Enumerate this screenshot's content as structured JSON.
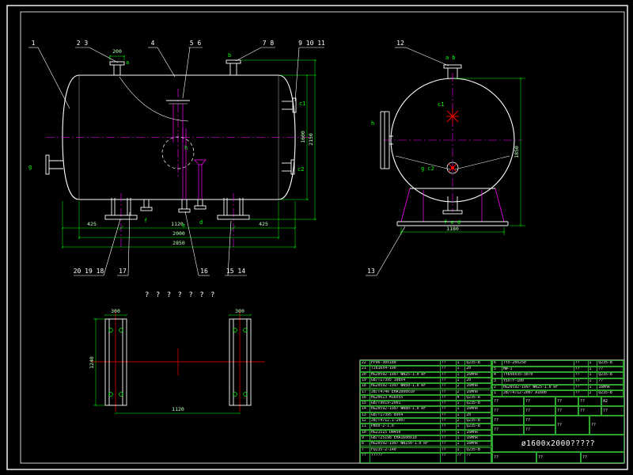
{
  "colors": {
    "line": "#ffffff",
    "dim": "#00ff00",
    "center": "#ff00ff",
    "red": "#ff0000",
    "grid": "#2fa52f"
  },
  "balloons": {
    "n1": "1",
    "n2_3": "2 3",
    "n4": "4",
    "n5_6": "5 6",
    "n7_8": "7 8",
    "n9_10_11": "9 10 11",
    "n12": "12",
    "n13": "13",
    "n15_14": "15 14",
    "n16": "16",
    "n17": "17",
    "n20_19_18": "20 19 18"
  },
  "nozzle_labels": {
    "a": "a",
    "b": "b",
    "c1": "c1",
    "c2": "c2",
    "d": "d",
    "e": "e",
    "f": "f",
    "g": "g",
    "h_front": "h",
    "h_side": "h",
    "ab": "a b",
    "gc2": "g c2",
    "fed": "f e d",
    "c1_side": "c1"
  },
  "annotations": {
    "question_marks": "? ? ? ? ? ? ?"
  },
  "dimensions": {
    "front": {
      "seg_left": "425",
      "seg_mid": "1120",
      "seg_right": "425",
      "shell_length": "2000",
      "overall_length": "2850",
      "diameter": "1600",
      "overall_height": "2150",
      "nozzle_a": "200"
    },
    "plan": {
      "plate_width_left": "300",
      "plate_width_right": "300",
      "center_distance": "1120",
      "plate_length": "1240"
    },
    "end": {
      "base_width": "1180",
      "overall_height": "1850"
    }
  },
  "bom": {
    "header": [
      "??",
      "?????",
      "??",
      "??",
      "??"
    ],
    "left_rows": [
      {
        "no": "22",
        "code": "FP96-30x180",
        "name": "??",
        "qty": "1",
        "matl": "Q235-B"
      },
      {
        "no": "21",
        "code": "TJ616x4-190",
        "name": "??",
        "qty": "1",
        "matl": "20"
      },
      {
        "no": "20",
        "code": "HG20592-1997 WN25-1.0 RF",
        "name": "??",
        "qty": "1",
        "matl": "16MnR"
      },
      {
        "no": "19",
        "code": "GB/T17395 108x4",
        "name": "??",
        "qty": "1",
        "matl": "20"
      },
      {
        "no": "18",
        "code": "HG20592-1997 WN50-1.0 RF",
        "name": "??",
        "qty": "2",
        "matl": "16MnR"
      },
      {
        "no": "17",
        "code": "JB/T4746 EHA1600x10",
        "name": "??",
        "qty": "2",
        "matl": "16MnR"
      },
      {
        "no": "16",
        "code": "HG20613 M16x55",
        "name": "??",
        "qty": "4",
        "matl": "Q235-A"
      },
      {
        "no": "15",
        "code": "GB/T9019-2001",
        "name": "??",
        "qty": "1",
        "matl": "Q235-B"
      },
      {
        "no": "14",
        "code": "HG20592-1997 WN80-1.0 RF",
        "name": "??",
        "qty": "1",
        "matl": "16MnR"
      },
      {
        "no": "13",
        "code": "GB/T17395 89x4",
        "name": "??",
        "qty": "1",
        "matl": "20"
      },
      {
        "no": "12",
        "code": "JB/T4712.1-2007",
        "name": "??",
        "qty": "2",
        "matl": "Q235-B"
      },
      {
        "no": "11",
        "code": "PN50-2-1.0",
        "name": "??",
        "qty": "1",
        "matl": "Q235-B"
      },
      {
        "no": "10",
        "code": "HG21515 DN450",
        "name": "??",
        "qty": "1",
        "matl": "16MnR"
      },
      {
        "no": "9",
        "code": "GB/T25198 EHA1600x10",
        "name": "??",
        "qty": "1",
        "matl": "16MnR"
      },
      {
        "no": "8",
        "code": "HG20592-1997 WN150-1.0 RF",
        "name": "??",
        "qty": "1",
        "matl": "16MnR"
      },
      {
        "no": "7",
        "code": "FQ235-2-140",
        "name": "??",
        "qty": "1",
        "matl": "Q235-B"
      }
    ],
    "right_rows": [
      {
        "no": "6",
        "code": "TY5-20x250",
        "name": "??",
        "qty": "1",
        "matl": "Q235-B"
      },
      {
        "no": "5",
        "code": "MW-1",
        "name": "??",
        "qty": "1",
        "matl": "??"
      },
      {
        "no": "4",
        "code": "TY650x35-3070",
        "name": "??",
        "qty": "1",
        "matl": "Q235-B"
      },
      {
        "no": "3",
        "code": "Y5xTY-100",
        "name": "??",
        "qty": "1",
        "matl": "??"
      },
      {
        "no": "2",
        "code": "HG20592-1997 WN25-1.0 RF",
        "name": "??",
        "qty": "1",
        "matl": "16MnR"
      },
      {
        "no": "1",
        "code": "JB/T4712-2007 A1600",
        "name": "??",
        "qty": "2",
        "matl": "Q235-B"
      }
    ]
  },
  "title_block": {
    "title": "ø1600x2000?????",
    "sig_rows": [
      [
        "??",
        "??"
      ],
      [
        "??",
        "??"
      ],
      [
        "??",
        "??"
      ],
      [
        "??",
        "??"
      ]
    ],
    "info_cells": [
      "??",
      "??",
      "A2",
      "??",
      "??",
      "??",
      "??",
      "??"
    ],
    "bottom_cells": [
      "??",
      "??",
      "??"
    ]
  }
}
